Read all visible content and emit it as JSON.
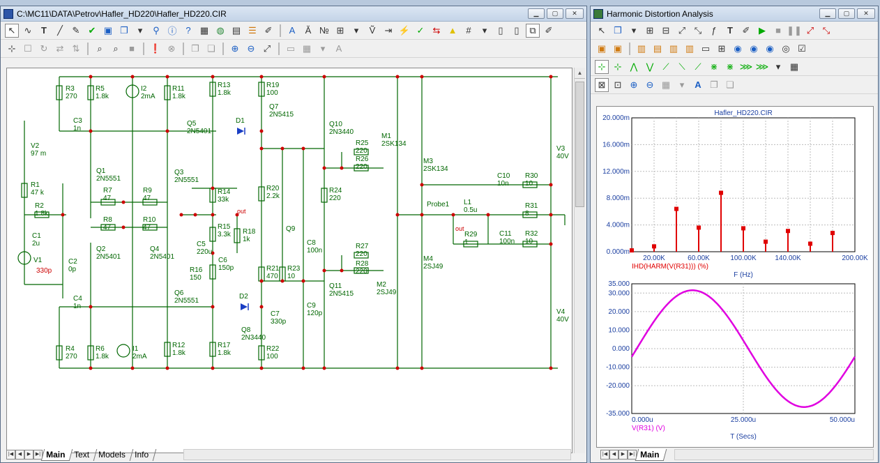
{
  "left_window": {
    "title": "C:\\MC11\\DATA\\Petrov\\Hafler_HD220\\Hafler_HD220.CIR",
    "tabs": [
      "Main",
      "Text",
      "Models",
      "Info"
    ],
    "active_tab": "Main"
  },
  "right_window": {
    "title": "Harmonic Distortion Analysis",
    "tabs": [
      "Main"
    ],
    "active_tab": "Main",
    "plot_title": "Hafler_HD220.CIR"
  },
  "components": [
    {
      "ref": "R3",
      "value": "270"
    },
    {
      "ref": "R5",
      "value": "1.8k"
    },
    {
      "ref": "I2",
      "value": "2mA"
    },
    {
      "ref": "R11",
      "value": "1.8k"
    },
    {
      "ref": "R13",
      "value": "1.8k"
    },
    {
      "ref": "R19",
      "value": "100"
    },
    {
      "ref": "Q7",
      "value": "2N5415"
    },
    {
      "ref": "Q5",
      "value": "2N5401"
    },
    {
      "ref": "D1",
      "value": ""
    },
    {
      "ref": "C3",
      "value": "1n"
    },
    {
      "ref": "V2",
      "value": "97 m"
    },
    {
      "ref": "R1",
      "value": "47 k"
    },
    {
      "ref": "R2",
      "value": "1.8k"
    },
    {
      "ref": "C1",
      "value": "2u"
    },
    {
      "ref": "V1",
      "value": ""
    },
    {
      "ref": "Q1",
      "value": "2N5551"
    },
    {
      "ref": "R7",
      "value": "47"
    },
    {
      "ref": "R9",
      "value": "47"
    },
    {
      "ref": "Q3",
      "value": "2N5551"
    },
    {
      "ref": "R14",
      "value": "33k"
    },
    {
      "ref": "R8",
      "value": "47"
    },
    {
      "ref": "R10",
      "value": "47"
    },
    {
      "ref": "Q2",
      "value": "2N5401"
    },
    {
      "ref": "Q4",
      "value": "2N5401"
    },
    {
      "ref": "C2",
      "value": "0p"
    },
    {
      "ref": "C5",
      "value": "220u"
    },
    {
      "ref": "R15",
      "value": "3.3k"
    },
    {
      "ref": "R18",
      "value": "1k"
    },
    {
      "ref": "C6",
      "value": "150p"
    },
    {
      "ref": "R16",
      "value": "150"
    },
    {
      "ref": "C4",
      "value": "1n"
    },
    {
      "ref": "Q6",
      "value": "2N5551"
    },
    {
      "ref": "D2",
      "value": ""
    },
    {
      "ref": "Q8",
      "value": "2N3440"
    },
    {
      "ref": "R4",
      "value": "270"
    },
    {
      "ref": "R6",
      "value": "1.8k"
    },
    {
      "ref": "I1",
      "value": "2mA"
    },
    {
      "ref": "R12",
      "value": "1.8k"
    },
    {
      "ref": "R17",
      "value": "1.8k"
    },
    {
      "ref": "R22",
      "value": "100"
    },
    {
      "ref": "Q10",
      "value": "2N3440"
    },
    {
      "ref": "R20",
      "value": "2.2k"
    },
    {
      "ref": "Q9",
      "value": ""
    },
    {
      "ref": "R21",
      "value": "470"
    },
    {
      "ref": "R23",
      "value": "10"
    },
    {
      "ref": "C7",
      "value": "330p"
    },
    {
      "ref": "C8",
      "value": "100n"
    },
    {
      "ref": "C9",
      "value": "120p"
    },
    {
      "ref": "Q11",
      "value": "2N5415"
    },
    {
      "ref": "R24",
      "value": "220"
    },
    {
      "ref": "R25",
      "value": "220"
    },
    {
      "ref": "R26",
      "value": "220"
    },
    {
      "ref": "M1",
      "value": "2SK134"
    },
    {
      "ref": "M3",
      "value": "2SK134"
    },
    {
      "ref": "R27",
      "value": "220"
    },
    {
      "ref": "R28",
      "value": "220"
    },
    {
      "ref": "M2",
      "value": "2SJ49"
    },
    {
      "ref": "M4",
      "value": "2SJ49"
    },
    {
      "ref": "L1",
      "value": "0.5u"
    },
    {
      "ref": "R29",
      "value": "1"
    },
    {
      "ref": "C10",
      "value": "10n"
    },
    {
      "ref": "R30",
      "value": "10"
    },
    {
      "ref": "R31",
      "value": "8"
    },
    {
      "ref": "C11",
      "value": "100n"
    },
    {
      "ref": "R32",
      "value": "10"
    },
    {
      "ref": "V3",
      "value": "40V"
    },
    {
      "ref": "V4",
      "value": "40V"
    }
  ],
  "labels": {
    "v1_value": "330p",
    "probe": "Probe1",
    "out1": "out",
    "out2": "out"
  },
  "chart_data": [
    {
      "type": "bar",
      "title": "Hafler_HD220.CIR",
      "xlabel": "F (Hz)",
      "ylabel": "IHD(HARM(V(R31))) (%)",
      "x": [
        0,
        20000,
        40000,
        60000,
        80000,
        100000,
        120000,
        140000,
        160000,
        180000,
        200000
      ],
      "values": [
        0.0002,
        0.0008,
        0.0064,
        0.0036,
        0.0088,
        0.0035,
        0.0015,
        0.0031,
        0.0012,
        0.0028
      ],
      "x_points": [
        0,
        20000,
        40000,
        60000,
        80000,
        100000,
        120000,
        140000,
        160000,
        180000
      ],
      "xlim": [
        0,
        200000
      ],
      "ylim": [
        0,
        0.02
      ],
      "y_ticks": [
        "0.000m",
        "4.000m",
        "8.000m",
        "12.000m",
        "16.000m",
        "20.000m"
      ],
      "x_ticks": [
        "20.00K",
        "60.00K",
        "100.00K",
        "140.00K",
        "200.00K"
      ],
      "x_tick_values": [
        20000,
        60000,
        100000,
        140000,
        200000
      ],
      "color": "#e00000"
    },
    {
      "type": "line",
      "series": [
        {
          "name": "V(R31) (V)",
          "amplitude": 31.5,
          "period_us": 50,
          "phase_deg": -8
        }
      ],
      "xlabel": "T (Secs)",
      "ylabel": "",
      "xlim": [
        0,
        50
      ],
      "ylim": [
        -35,
        35
      ],
      "y_ticks": [
        "35.000",
        "30.000",
        "20.000",
        "10.000",
        "0.000",
        "-10.000",
        "-20.000",
        "-35.000"
      ],
      "y_tick_values": [
        35,
        30,
        20,
        10,
        0,
        -10,
        -20,
        -35
      ],
      "x_ticks": [
        "0.000u",
        "25.000u",
        "50.000u"
      ],
      "x_tick_values": [
        0,
        25,
        50
      ],
      "color": "#e000e0"
    }
  ]
}
